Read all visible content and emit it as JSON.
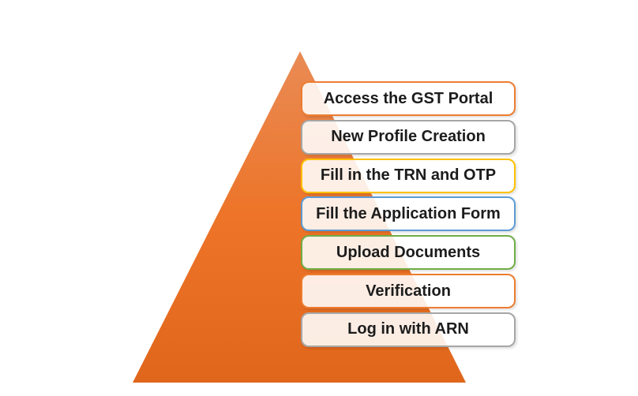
{
  "diagram": {
    "type": "pyramid-process",
    "background_color": "#FFFFFF",
    "text_color": "#1C1C1C",
    "triangle": {
      "shape": "isoceles-triangle",
      "gradient_top": "#E98B55",
      "gradient_mid": "#ED7428",
      "gradient_bottom": "#E0661C"
    },
    "steps": [
      {
        "label": "Access the GST Portal",
        "border_color": "#ED7D31"
      },
      {
        "label": "New Profile Creation",
        "border_color": "#A6A6A6"
      },
      {
        "label": "Fill in the TRN and OTP",
        "border_color": "#FFC000"
      },
      {
        "label": "Fill the Application Form",
        "border_color": "#5B9BD5"
      },
      {
        "label": "Upload Documents",
        "border_color": "#70AD47"
      },
      {
        "label": "Verification",
        "border_color": "#ED7D31"
      },
      {
        "label": "Log in with ARN",
        "border_color": "#A6A6A6"
      }
    ],
    "layout": {
      "step_top_start": 103,
      "step_spacing": 48.8
    }
  }
}
